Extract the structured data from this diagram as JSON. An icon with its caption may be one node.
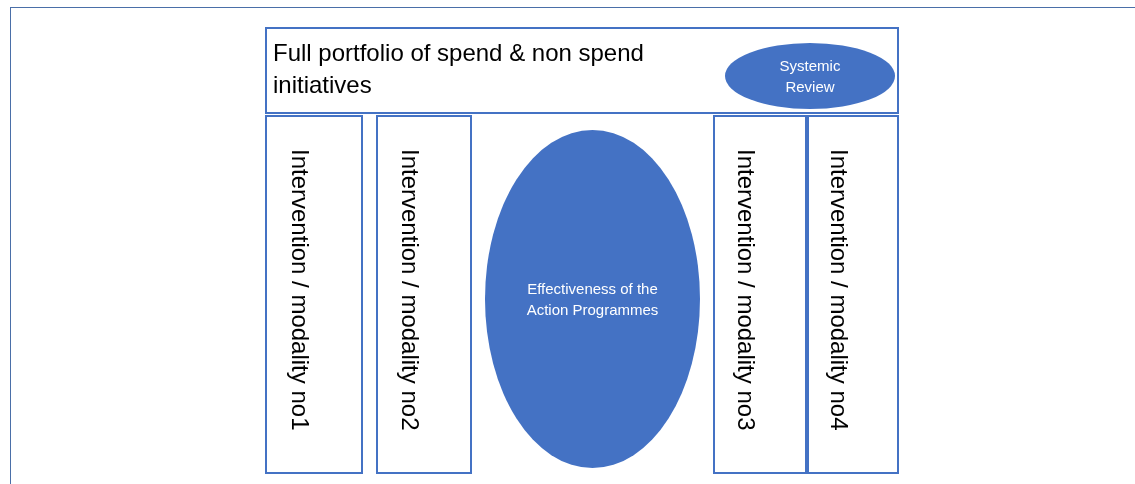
{
  "diagram": {
    "nodes": [
      {
        "text": [
          "Full portfolio of spend & non spend initiatives"
        ]
      },
      {
        "text": [
          "Systemic Review"
        ],
        "in": 0
      },
      {
        "text": [
          "Intervention / modality no1"
        ]
      },
      {
        "text": [
          "Intervention / modality no2"
        ]
      },
      {
        "text": [
          "Effectiveness of the Action Programmes"
        ]
      },
      {
        "text": [
          "Intervention / modality no3"
        ]
      },
      {
        "text": [
          "Intervention / modality no4"
        ]
      }
    ],
    "edges": []
  }
}
